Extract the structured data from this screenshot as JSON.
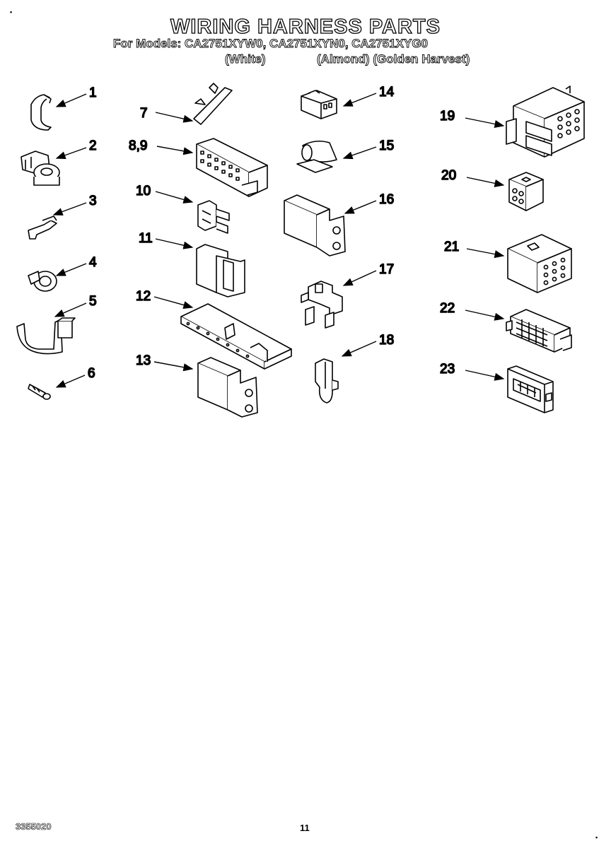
{
  "header": {
    "title": "WIRING HARNESS PARTS",
    "models_line": "For Models: CA2751XYW0,  CA2751XYN0, CA2751XYG0",
    "color_white": "(White)",
    "color_others": "(Almond) (Golden Harvest)"
  },
  "parts": [
    {
      "label": "1"
    },
    {
      "label": "2"
    },
    {
      "label": "3"
    },
    {
      "label": "4"
    },
    {
      "label": "5"
    },
    {
      "label": "6"
    },
    {
      "label": "7"
    },
    {
      "label": "8,9"
    },
    {
      "label": "10"
    },
    {
      "label": "11"
    },
    {
      "label": "12"
    },
    {
      "label": "13"
    },
    {
      "label": "14"
    },
    {
      "label": "15"
    },
    {
      "label": "16"
    },
    {
      "label": "17"
    },
    {
      "label": "18"
    },
    {
      "label": "19"
    },
    {
      "label": "20"
    },
    {
      "label": "21"
    },
    {
      "label": "22"
    },
    {
      "label": "23"
    }
  ],
  "footer": {
    "doc_number": "3355020",
    "page_number": "11"
  }
}
